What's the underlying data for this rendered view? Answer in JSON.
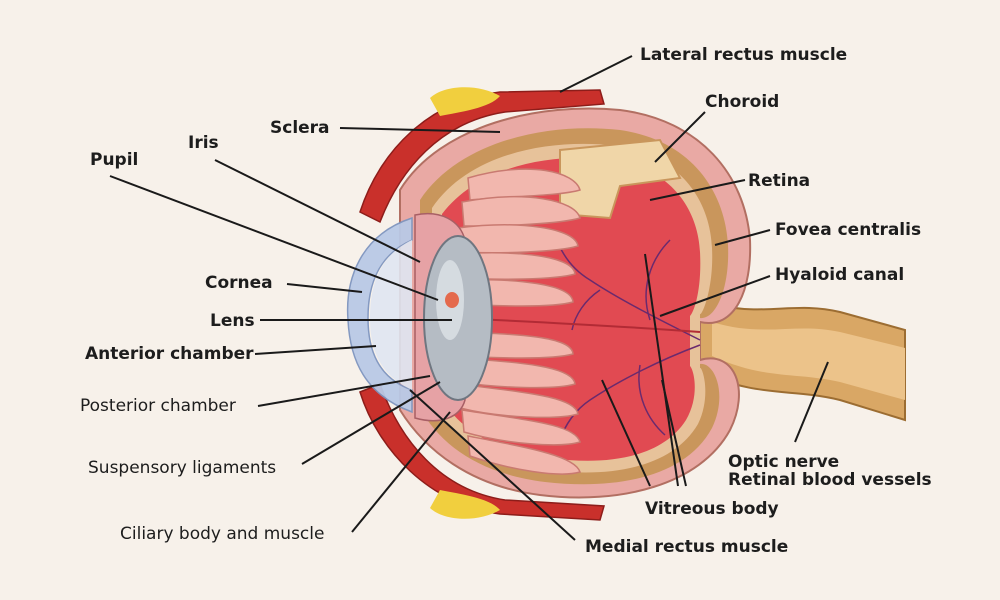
{
  "labels": {
    "lateral_rectus": "Lateral rectus muscle",
    "choroid": "Choroid",
    "sclera": "Sclera",
    "iris": "Iris",
    "pupil": "Pupil",
    "retina": "Retina",
    "fovea": "Fovea centralis",
    "hyaloid": "Hyaloid canal",
    "cornea": "Cornea",
    "lens": "Lens",
    "anterior": "Anterior chamber",
    "posterior": "Posterior chamber",
    "suspensory": "Suspensory ligaments",
    "ciliary": "Ciliary body and muscle",
    "optic_nerve": "Optic nerve",
    "retinal_vessels": "Retinal blood vessels",
    "vitreous": "Vitreous body",
    "medial_rectus": "Medial rectus muscle"
  },
  "colors": {
    "background": "#f7f1ea",
    "vitreous": "#e14a52",
    "sclera": "#e9a9a4",
    "choroid": "#c9965c",
    "muscle": "#c9302b",
    "fat": "#f1cf3e",
    "cornea": "#b9c9e6",
    "lens": "#b5bcc4",
    "ciliary": "#f2b7ae",
    "leader": "#1a1a1a"
  }
}
